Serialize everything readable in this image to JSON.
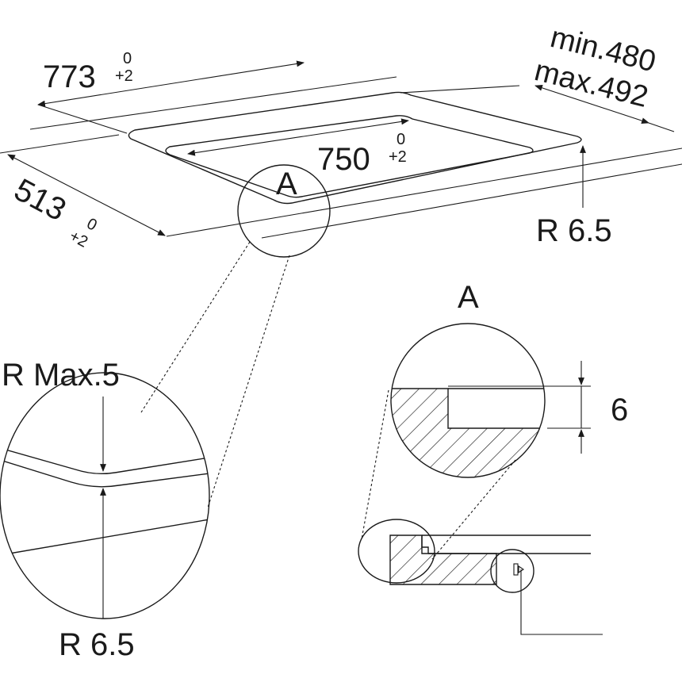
{
  "diagram": {
    "dim_width_outer": "773",
    "dim_width_outer_tol_upper": "0",
    "dim_width_outer_tol_lower": "+2",
    "dim_width_inner": "750",
    "dim_width_inner_tol_upper": "0",
    "dim_width_inner_tol_lower": "+2",
    "dim_depth": "513",
    "dim_depth_tol_upper": "0",
    "dim_depth_tol_lower": "+2",
    "dim_worktop_min": "min.480",
    "dim_worktop_max": "max.492",
    "corner_radius_top": "R 6.5",
    "detail_marker": "A",
    "detail_title": "A",
    "radius_max_label": "R Max.5",
    "radius_detail_label": "R 6.5",
    "rebate_depth": "6"
  }
}
